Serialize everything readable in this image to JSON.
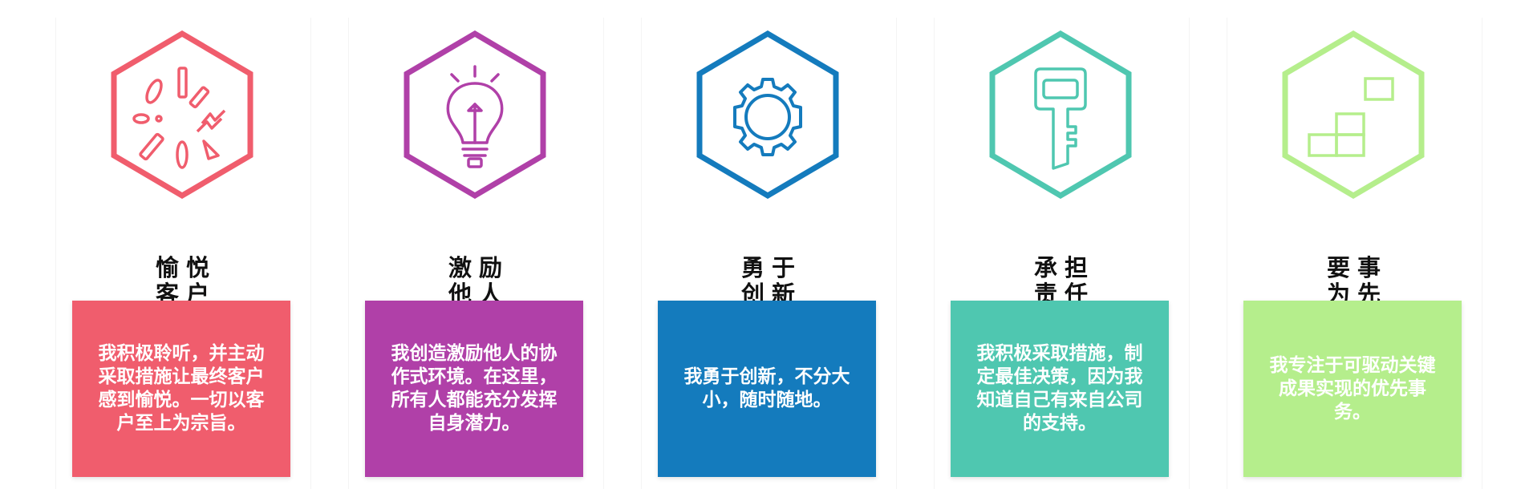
{
  "values": [
    {
      "id": "delight",
      "title_line1": "愉悦",
      "title_line2": "客户",
      "text": "我积极聆听，并主动采取措施让最终客户感到愉悦。一切以客户至上为宗旨。",
      "color": "#f05d6d",
      "icon": "burst-icon"
    },
    {
      "id": "inspire",
      "title_line1": "激励",
      "title_line2": "他人",
      "text": "我创造激励他人的协作式环境。在这里，所有人都能充分发挥自身潜力。",
      "color": "#b040a8",
      "icon": "lightbulb-icon"
    },
    {
      "id": "innovate",
      "title_line1": "勇于",
      "title_line2": "创新",
      "text": "我勇于创新，不分大小，随时随地。",
      "color": "#147bbd",
      "icon": "gear-icon"
    },
    {
      "id": "ownership",
      "title_line1": "承担",
      "title_line2": "责任",
      "text": "我积极采取措施，制定最佳决策，因为我知道自己有来自公司的支持。",
      "color": "#4fc7b0",
      "icon": "key-icon"
    },
    {
      "id": "priorities",
      "title_line1": "要事",
      "title_line2": "为先",
      "text": "我专注于可驱动关键成果实现的优先事务。",
      "color": "#b5ee8c",
      "icon": "blocks-icon"
    }
  ]
}
